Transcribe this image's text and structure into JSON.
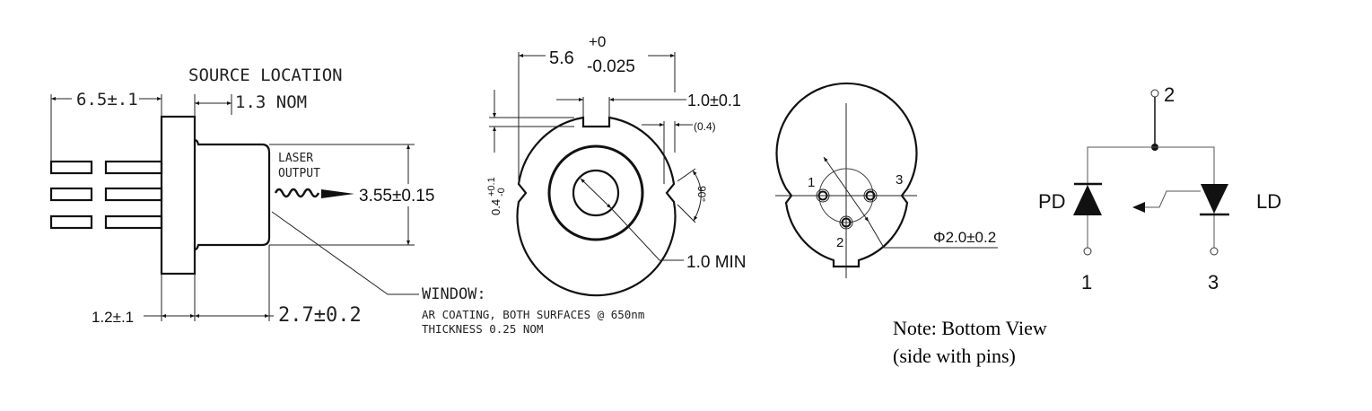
{
  "side_view": {
    "source_location": "SOURCE LOCATION",
    "lead_length": "6.5±.1",
    "source_offset": "1.3 NOM",
    "laser_output_1": "LASER",
    "laser_output_2": "OUTPUT",
    "cap_diameter": "3.55±0.15",
    "flange_thickness": "1.2±.1",
    "cap_height": "2.7±0.2",
    "window_label": "WINDOW:",
    "window_coating": "AR COATING, BOTH SURFACES @ 650nm",
    "window_thickness": "THICKNESS 0.25 NOM"
  },
  "front_view": {
    "diameter_main": "5.6",
    "diameter_tol_plus": "+0",
    "diameter_tol_minus": "-0.025",
    "notch_width": "1.0±0.1",
    "notch_offset": "(0.4)",
    "notch_depth": "0.4",
    "notch_depth_tol_plus": "+0.1",
    "notch_depth_tol_minus": "-0",
    "v_angle": "90°",
    "aperture": "1.0 MIN"
  },
  "bottom_view": {
    "pin_labels": [
      "1",
      "3",
      "2"
    ],
    "pin_circle": "Φ2.0±0.2"
  },
  "schematic": {
    "pin2": "2",
    "pin1": "1",
    "pin3": "3",
    "pd_label": "PD",
    "ld_label": "LD"
  },
  "note": {
    "line1": "Note: Bottom View",
    "line2": "(side with pins)"
  }
}
